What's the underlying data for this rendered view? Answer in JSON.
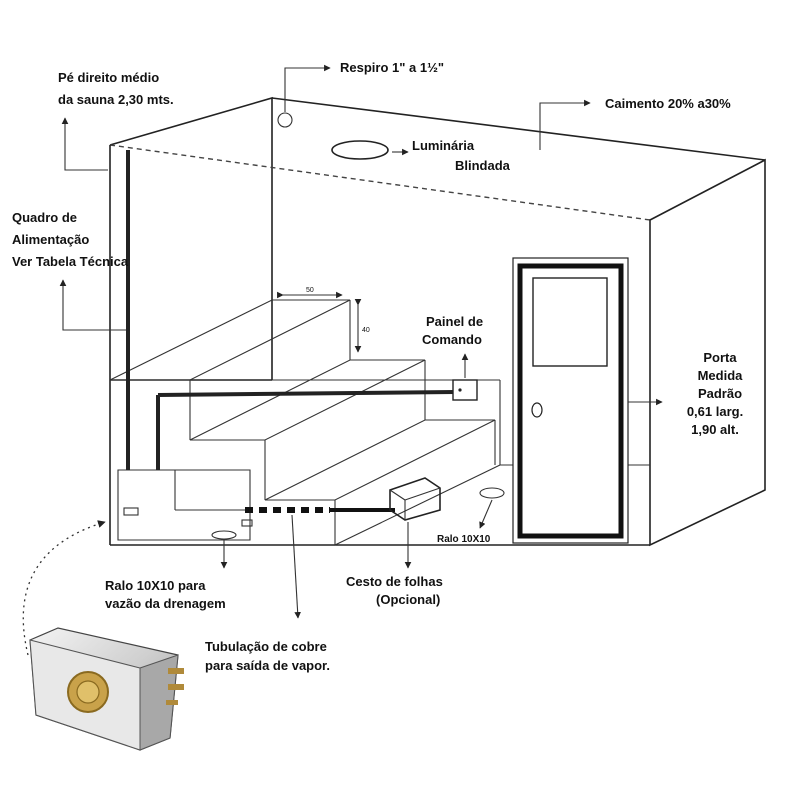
{
  "labels": {
    "pe_direito_1": "Pé direito médio",
    "pe_direito_2": "da sauna  2,30 mts.",
    "respiro": "Respiro 1\" a 1½\"",
    "caimento": "Caimento 20% a30%",
    "luminaria_1": "Luminária",
    "luminaria_2": "Blindada",
    "quadro_1": "Quadro de",
    "quadro_2": "Alimentação",
    "quadro_3": "Ver Tabela Técnica",
    "painel_1": "Painel de",
    "painel_2": "Comando",
    "porta_1": "Porta",
    "porta_2": "Medida",
    "porta_3": "Padrão",
    "porta_4": "0,61 larg.",
    "porta_5": "1,90 alt.",
    "ralo_right": "Ralo 10X10",
    "ralo_left_1": "Ralo 10X10 para",
    "ralo_left_2": "vazão da drenagem",
    "cesto_1": "Cesto de folhas",
    "cesto_2": "(Opcional)",
    "tubulacao_1": "Tubulação de cobre",
    "tubulacao_2": "para saída de vapor.",
    "dim_width": "50",
    "dim_height": "40"
  },
  "colors": {
    "line": "#222222",
    "generator_body": "#d9d9d9",
    "generator_badge": "#c9a24a"
  }
}
